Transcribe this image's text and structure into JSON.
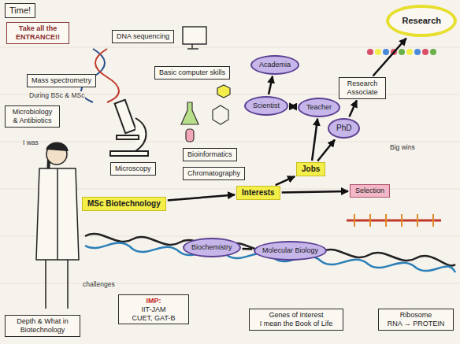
{
  "diagram": {
    "nodes": [
      {
        "text": [
          "Time!"
        ]
      },
      {
        "text": [
          "Take all the ENTRANCE!!"
        ]
      },
      {
        "text": [
          "DNA sequencing"
        ]
      },
      {
        "text": [
          "Basic computer skills"
        ]
      },
      {
        "text": [
          "Mass spectrometry"
        ]
      },
      {
        "text": [
          "Microbiology & Antibiotics"
        ]
      },
      {
        "text": [
          "Microscopy"
        ]
      },
      {
        "text": [
          "Bioinformatics"
        ]
      },
      {
        "text": [
          "Chromatography"
        ]
      },
      {
        "text": [
          "MSc Biotechnology"
        ]
      },
      {
        "text": [
          "Interests"
        ]
      },
      {
        "text": [
          "Jobs"
        ]
      },
      {
        "text": [
          "PhD"
        ]
      },
      {
        "text": [
          "Research Associate"
        ]
      },
      {
        "text": [
          "Teacher"
        ]
      },
      {
        "text": [
          "Scientist"
        ]
      },
      {
        "text": [
          "Academia"
        ]
      },
      {
        "text": [
          "Research"
        ]
      },
      {
        "text": [
          "Selection"
        ]
      },
      {
        "text": [
          "Biochemistry"
        ]
      },
      {
        "text": [
          "Molecular Biology"
        ]
      },
      {
        "text": [
          "Depth & What in Biotechnology"
        ]
      },
      {
        "text": [
          "IMP:",
          "IIT-JAM",
          "CUET, GAT-B"
        ]
      },
      {
        "text": [
          "Genes of Interest",
          "I mean the Book of Life"
        ]
      },
      {
        "text": [
          "Ribosome",
          "RNA → PROTEIN"
        ]
      }
    ],
    "edges": [
      {
        "from": 9,
        "to": 10,
        "arrow": "to"
      },
      {
        "from": 10,
        "to": 11,
        "arrow": "to"
      },
      {
        "from": 11,
        "to": 12,
        "arrow": "to"
      },
      {
        "from": 12,
        "to": 13,
        "arrow": "to"
      },
      {
        "from": 13,
        "to": 17,
        "arrow": "to"
      },
      {
        "from": 11,
        "to": 14,
        "arrow": "to"
      },
      {
        "from": 14,
        "to": 15,
        "arrow": "both"
      },
      {
        "from": 15,
        "to": 16,
        "arrow": "to"
      },
      {
        "from": 10,
        "to": 18,
        "arrow": "to"
      },
      {
        "from": 19,
        "to": 20,
        "arrow": "none"
      }
    ],
    "labels": [
      "During BSc & MSc",
      "I was",
      "challenges",
      "Big wins"
    ]
  }
}
